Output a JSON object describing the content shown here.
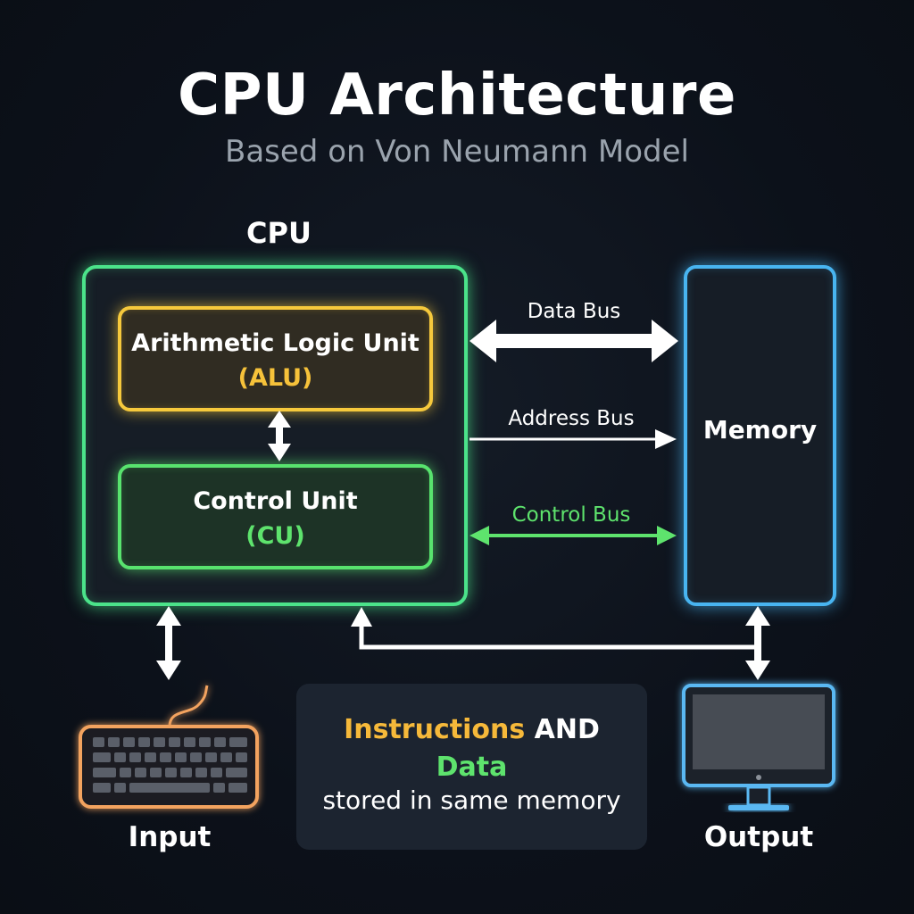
{
  "header": {
    "title": "CPU Architecture",
    "subtitle": "Based on Von Neumann Model"
  },
  "cpu": {
    "label": "CPU",
    "alu": {
      "name": "Arithmetic Logic Unit",
      "abbr": "(ALU)"
    },
    "cu": {
      "name": "Control Unit",
      "abbr": "(CU)"
    }
  },
  "memory": {
    "label": "Memory"
  },
  "buses": {
    "data": "Data Bus",
    "address": "Address Bus",
    "control": "Control Bus"
  },
  "note": {
    "instructions": "Instructions",
    "and": "AND",
    "data": "Data",
    "rest": "stored in same memory"
  },
  "devices": {
    "input": "Input",
    "output": "Output"
  },
  "colors": {
    "cpu": "#4be38a",
    "alu": "#f6c93c",
    "cu": "#58e36e",
    "memory": "#48b4f0",
    "control_bus": "#5ee36d",
    "keyboard": "#f3a35f",
    "monitor": "#5ab8f2"
  },
  "icons": {
    "input": "keyboard-icon",
    "output": "monitor-icon"
  }
}
